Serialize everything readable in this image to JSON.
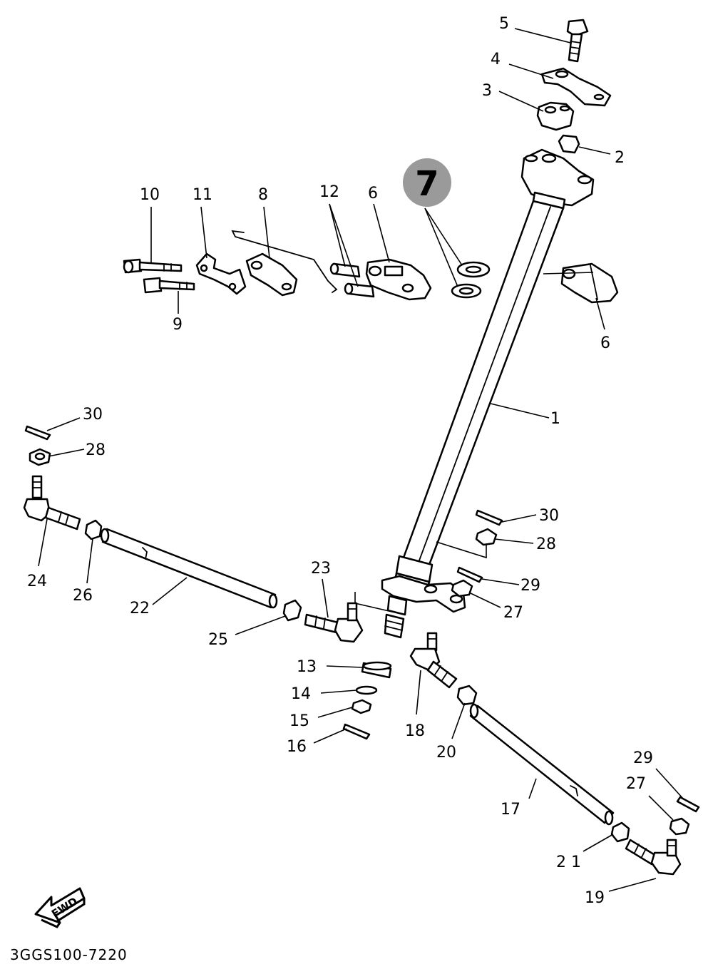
{
  "diagram_code": "3GGS100-7220",
  "highlight": {
    "label": "7",
    "color": "#9a9a9a"
  },
  "fwd_label": "FWD",
  "callouts": {
    "c1": "1",
    "c2": "2",
    "c3": "3",
    "c4": "4",
    "c5": "5",
    "c6a": "6",
    "c6b": "6",
    "c8": "8",
    "c9": "9",
    "c10": "10",
    "c11": "11",
    "c12": "12",
    "c13": "13",
    "c14": "14",
    "c15": "15",
    "c16": "16",
    "c17": "17",
    "c18": "18",
    "c19": "19",
    "c20": "20",
    "c21": "2 1",
    "c22": "22",
    "c23": "23",
    "c24": "24",
    "c25": "25",
    "c26": "26",
    "c27a": "27",
    "c27b": "27",
    "c28a": "28",
    "c28b": "28",
    "c29a": "29",
    "c29b": "29",
    "c30a": "30",
    "c30b": "30"
  }
}
